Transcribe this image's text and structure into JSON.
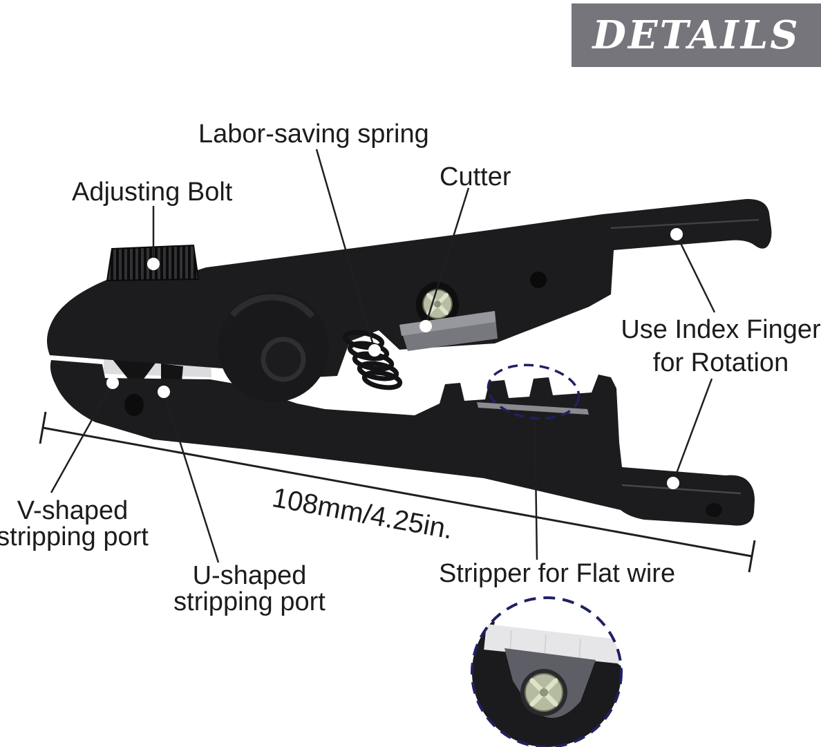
{
  "banner": {
    "title": "DETAILS"
  },
  "callouts": {
    "adjusting_bolt": "Adjusting Bolt",
    "labor_saving_spring": "Labor-saving spring",
    "cutter": "Cutter",
    "use_index_finger": {
      "line1": "Use Index Finger",
      "line2": "for Rotation"
    },
    "v_port": {
      "line1": "V-shaped",
      "line2": "stripping port"
    },
    "u_port": {
      "line1": "U-shaped",
      "line2": "stripping port"
    },
    "stripper_flat_wire": "Stripper for Flat wire"
  },
  "dimension": {
    "label": "108mm/4.25in."
  },
  "colors": {
    "banner_bg": "#76757b",
    "banner_text": "#ffffff",
    "label_text": "#1c1c1c",
    "tool_black": "#1c1c1e",
    "blade_gray": "#77777e",
    "screw_metal": "#b7bda4",
    "magnifier_dash": "#202064",
    "leader_line": "#1f1f1f"
  }
}
